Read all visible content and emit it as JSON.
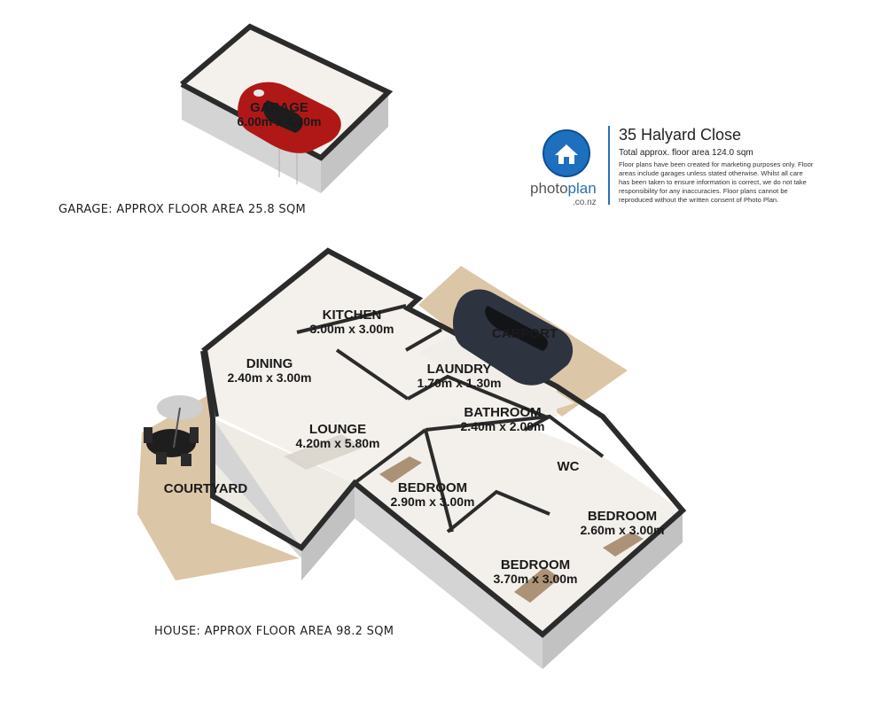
{
  "property": {
    "address": "35 Halyard Close",
    "total_area": "Total approx. floor area 124.0 sqm",
    "disclaimer": "Floor plans have been created for marketing purposes only. Floor areas include garages unless stated otherwise. Whilst all care has been taken to ensure information is correct, we do not take responsibility for any inaccuracies. Floor plans cannot be reproduced without the written consent of Photo Plan."
  },
  "brand": {
    "name_part1": "photo",
    "name_part2": "plan",
    "domain": ".co.nz",
    "icon": "house-icon",
    "accent_color": "#2a6fb5"
  },
  "garage_area": "GARAGE: APPROX FLOOR AREA 25.8 SQM",
  "house_area": "HOUSE: APPROX FLOOR AREA 98.2 SQM",
  "rooms": {
    "garage": {
      "name": "GARAGE",
      "dims": "6.00m x 4.30m"
    },
    "kitchen": {
      "name": "KITCHEN",
      "dims": "3.00m x 3.00m"
    },
    "dining": {
      "name": "DINING",
      "dims": "2.40m x 3.00m"
    },
    "lounge": {
      "name": "LOUNGE",
      "dims": "4.20m x 5.80m"
    },
    "laundry": {
      "name": "LAUNDRY",
      "dims": "1.70m x 1.30m"
    },
    "bathroom": {
      "name": "BATHROOM",
      "dims": "2.40m x 2.00m"
    },
    "wc": {
      "name": "WC"
    },
    "bedroom1": {
      "name": "BEDROOM",
      "dims": "2.90m x 3.00m"
    },
    "bedroom2": {
      "name": "BEDROOM",
      "dims": "2.60m x 3.00m"
    },
    "bedroom3": {
      "name": "BEDROOM",
      "dims": "3.70m x 3.00m"
    },
    "carport": {
      "name": "CARPORT"
    },
    "courtyard": {
      "name": "COURTYARD"
    }
  },
  "colors": {
    "floor": "#f4f1ec",
    "outdoor": "#dcc6a8",
    "wall_top": "#2b2b2b",
    "wall_side": "#d9d9d9",
    "car_red": "#b01818",
    "car_dark": "#2e3340"
  }
}
